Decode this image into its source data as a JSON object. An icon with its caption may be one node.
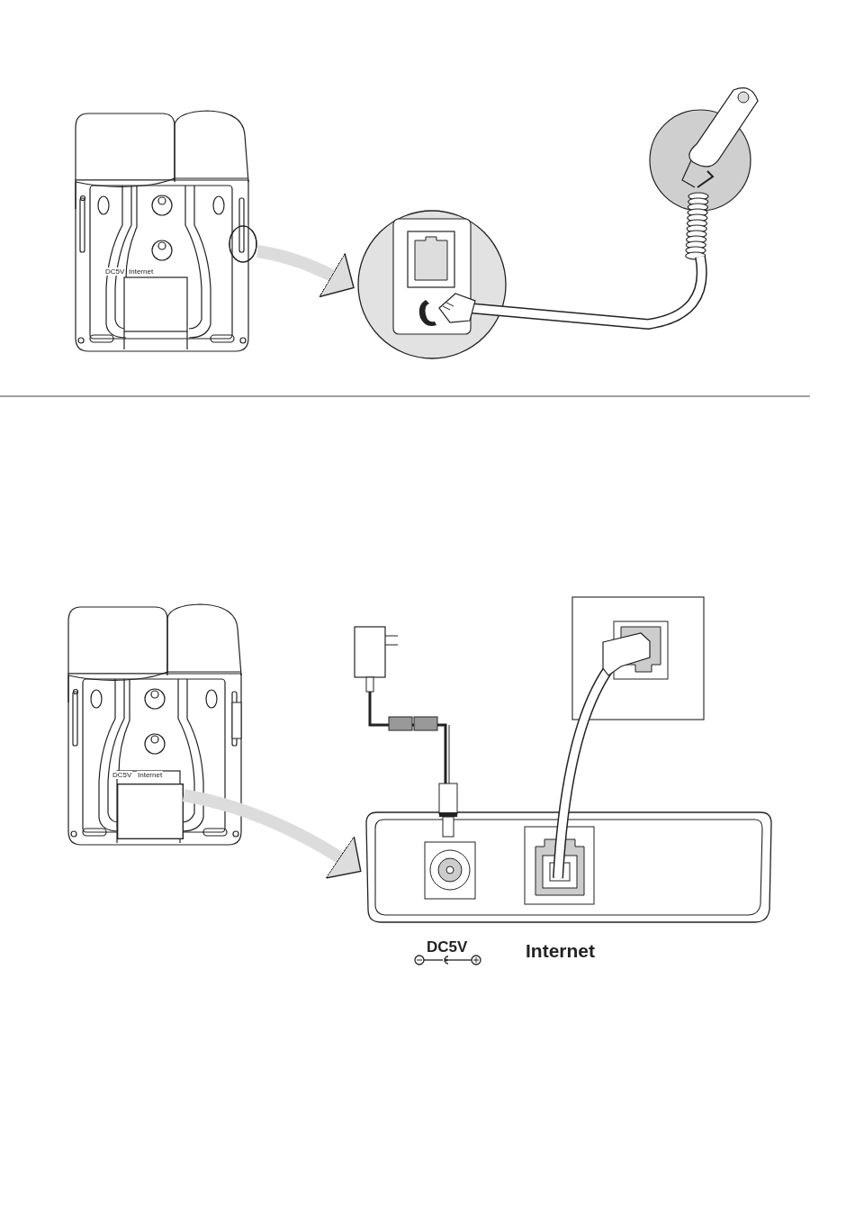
{
  "diagram": {
    "nodes": [
      {
        "text": [],
        "shape": "circle"
      },
      {
        "text": [],
        "shape": "circle"
      },
      {
        "text": [],
        "shape": "box"
      },
      {
        "text": [],
        "shape": "box"
      }
    ],
    "edges": [
      {
        "from": 0,
        "to": 1,
        "arrow": "to"
      },
      {
        "from": 2,
        "to": 3,
        "arrow": "to"
      }
    ],
    "labels": [
      "DC5V",
      "Internet",
      "DC5V",
      "Internet",
      "DC5V",
      "Internet"
    ]
  }
}
